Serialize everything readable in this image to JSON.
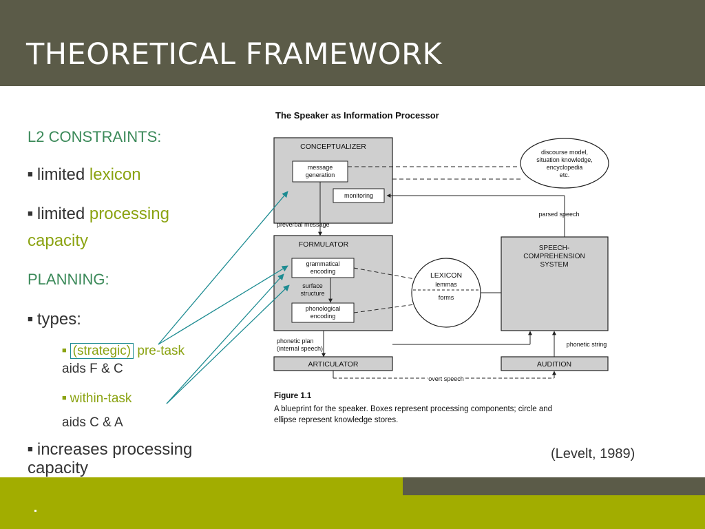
{
  "slide": {
    "title": "THEORETICAL FRAMEWORK",
    "citation": "(Levelt, 1989)"
  },
  "left": {
    "l2_heading": "L2 CONSTRAINTS:",
    "bullet1_pre": "limited ",
    "bullet1_hl": "lexicon",
    "bullet2_pre": "limited ",
    "bullet2_hl": "processing",
    "bullet2_hl2": "capacity",
    "planning_heading": "PLANNING:",
    "types": "types:",
    "sub1_boxed": "(strategic)",
    "sub1_rest": " pre-task",
    "sub1_line2": "aids F & C",
    "sub2": "within-task",
    "sub2_line2": "aids C & A",
    "bullet4": "increases processing",
    "bullet4_line2": "capacity"
  },
  "figure": {
    "title": "The Speaker as Information Processor",
    "conceptualizer": "CONCEPTUALIZER",
    "message_generation_1": "message",
    "message_generation_2": "generation",
    "monitoring": "monitoring",
    "discourse_1": "discourse model,",
    "discourse_2": "situation knowledge,",
    "discourse_3": "encyclopedia",
    "discourse_4": "etc.",
    "parsed_speech": "parsed speech",
    "preverbal_message": "preverbal message",
    "formulator": "FORMULATOR",
    "grammatical_1": "grammatical",
    "grammatical_2": "encoding",
    "surface_1": "surface",
    "surface_2": "structure",
    "phonological_1": "phonological",
    "phonological_2": "encoding",
    "lexicon": "LEXICON",
    "lemmas": "lemmas",
    "forms": "forms",
    "speech_comp_1": "SPEECH-",
    "speech_comp_2": "COMPREHENSION",
    "speech_comp_3": "SYSTEM",
    "phonetic_plan_1": "phonetic plan",
    "phonetic_plan_2": "(internal speech)",
    "phonetic_string": "phonetic string",
    "articulator": "ARTICULATOR",
    "audition": "AUDITION",
    "overt_speech": "overt speech",
    "caption_label": "Figure 1.1",
    "caption_1": "A blueprint for the speaker. Boxes represent processing components; circle and",
    "caption_2": "ellipse represent knowledge stores."
  },
  "colors": {
    "header_bg": "#5b5b48",
    "heading_green": "#3c8a5a",
    "highlight": "#8ba312",
    "footer_olive": "#a2ad00",
    "arrow_teal": "#1e8c92"
  }
}
